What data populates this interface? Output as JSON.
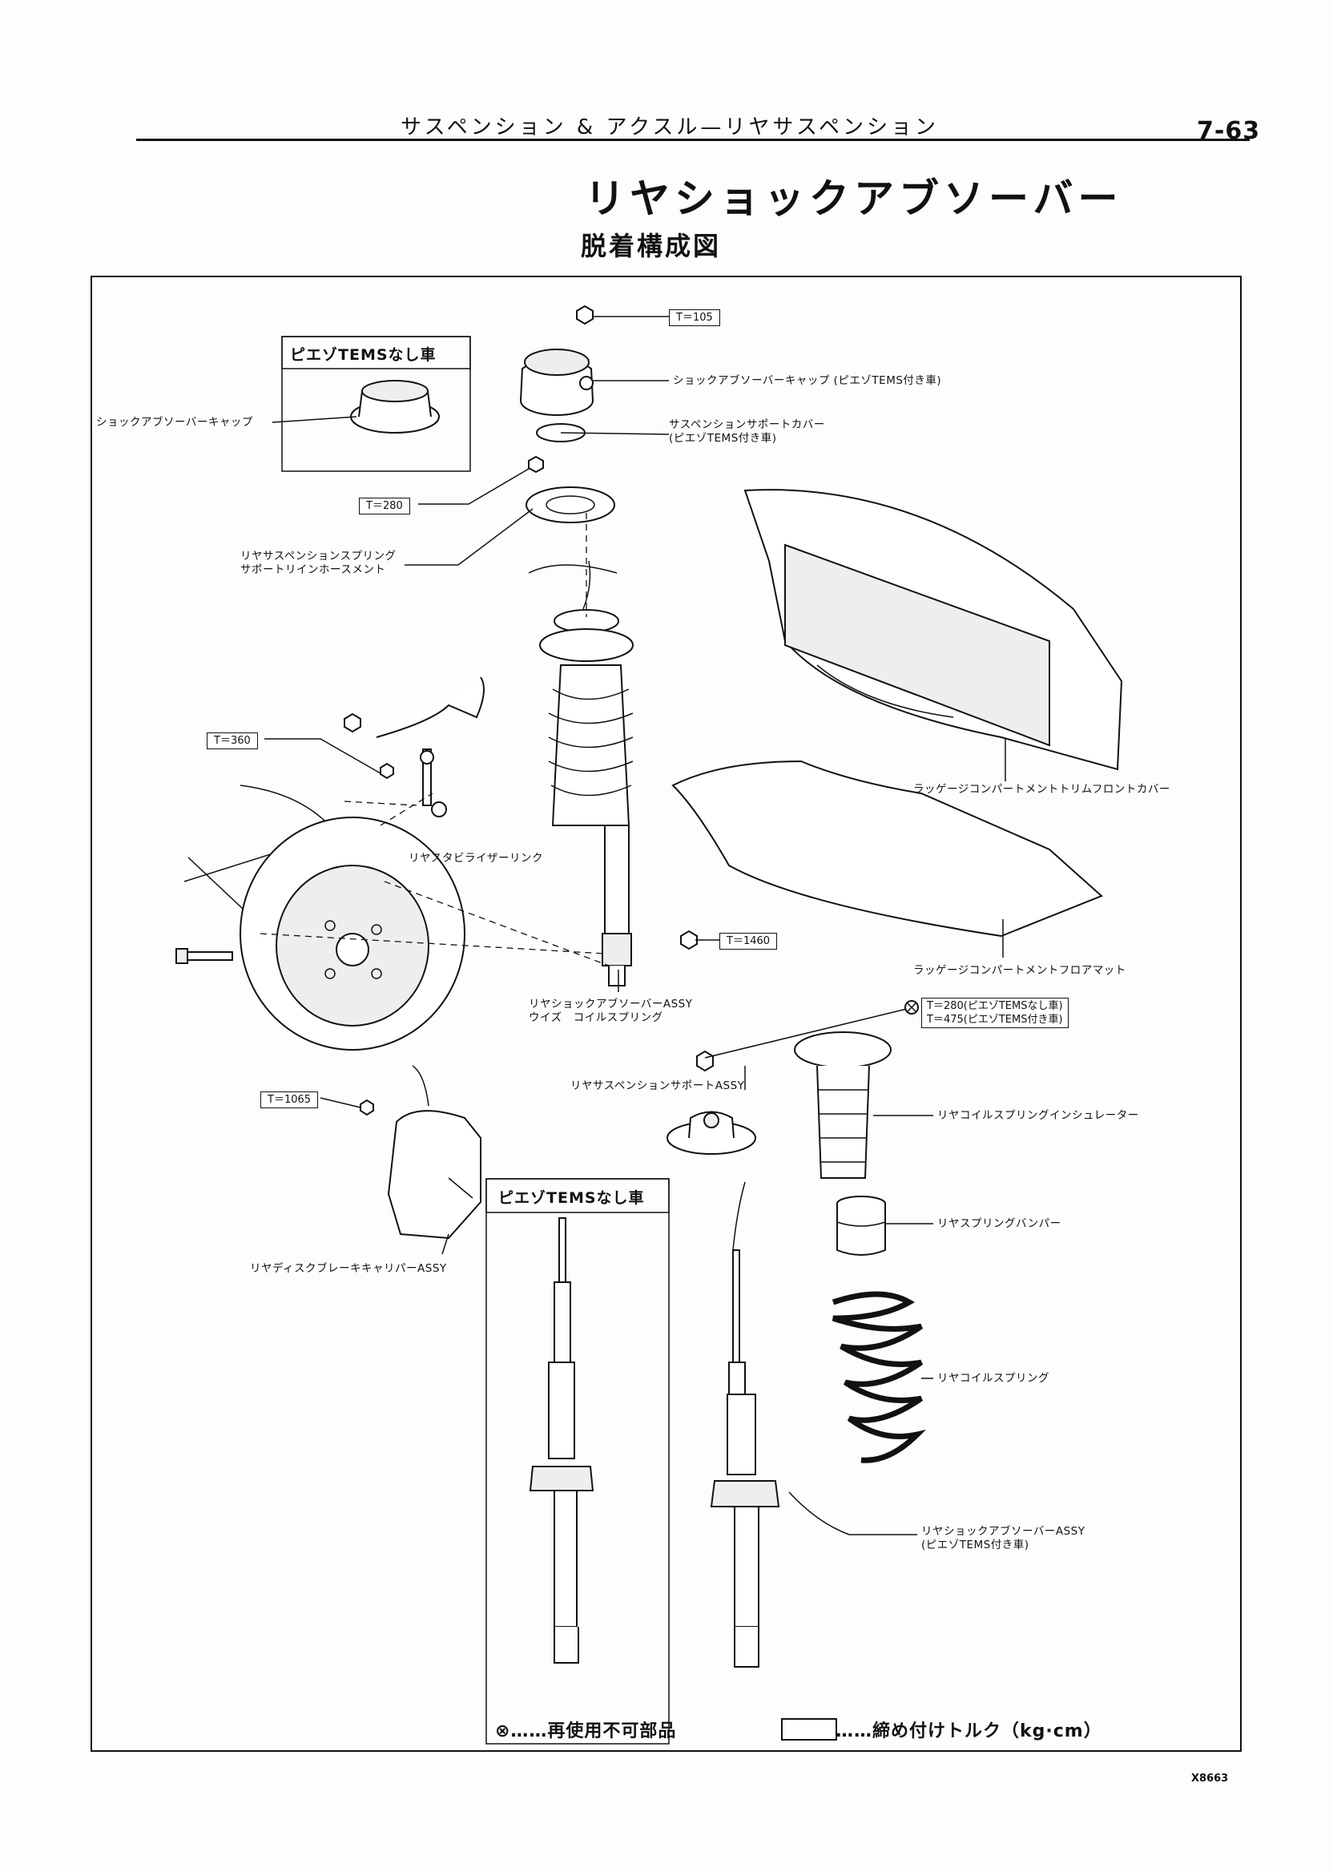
{
  "header": {
    "section": "サスペンション & アクスル—リヤサスペンション",
    "page_number": "7-63"
  },
  "title": "リヤショックアブソーバー",
  "subtitle": "脱着構成図",
  "inset_box_top": {
    "heading": "ピエゾTEMSなし車"
  },
  "inset_box_bottom": {
    "heading": "ピエゾTEMSなし車"
  },
  "torques": {
    "t105": "T＝105",
    "t280": "T＝280",
    "t360": "T＝360",
    "t1460": "T＝1460",
    "t1065": "T＝1065",
    "t280_without": "T＝280(ピエゾTEMSなし車)",
    "t475_with": "T＝475(ピエゾTEMS付き車)"
  },
  "labels": {
    "cap_without": "ショックアブソーバーキャップ",
    "cap_with": "ショックアブソーバーキャップ (ピエゾTEMS付き車)",
    "support_cover_1": "サスペンションサポートカバー",
    "support_cover_2": "(ピエゾTEMS付き車)",
    "reinforcement_1": "リヤサスペンションスプリング",
    "reinforcement_2": "サポートリインホースメント",
    "trim_cover": "ラッゲージコンパートメントトリムフロントカバー",
    "stabilizer_link": "リヤスタビライザーリンク",
    "floor_mat": "ラッゲージコンパートメントフロアマット",
    "shock_assy_1": "リヤショックアブソーバーASSY",
    "shock_assy_2": "ウイズ　コイルスプリング",
    "support_assy": "リヤサスペンションサポートASSY",
    "insulator": "リヤコイルスプリングインシュレーター",
    "bumper": "リヤスプリングバンパー",
    "coil_spring": "リヤコイルスプリング",
    "caliper": "リヤディスクブレーキキャリパーASSY",
    "shock_tems_1": "リヤショックアブソーバーASSY",
    "shock_tems_2": "(ピエゾTEMS付き車)"
  },
  "legend": {
    "nonreusable": "⊗……再使用不可部品",
    "torque": "……締め付けトルク（kg·cm）"
  },
  "figure_code": "X8663"
}
